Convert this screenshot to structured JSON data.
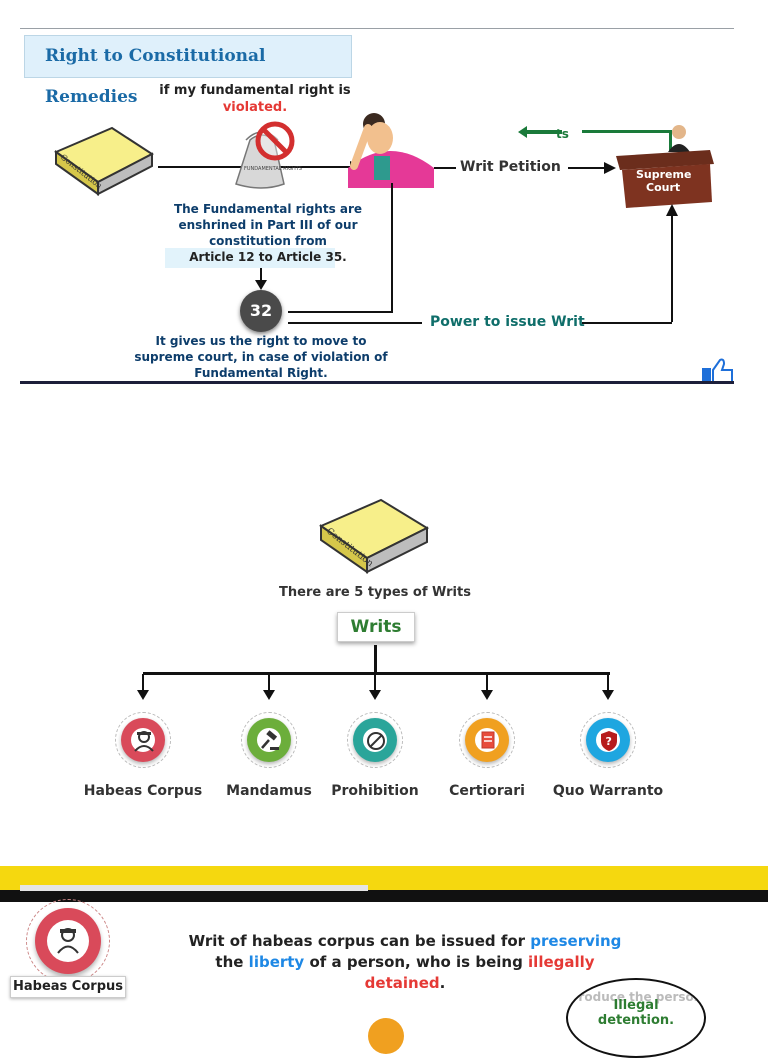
{
  "panel1": {
    "title": "Right to Constitutional Remedies",
    "question_line1": "if my fundamental right is",
    "question_line2": "violated.",
    "book_label": "Constitution",
    "bag_label": "FUNDAMENTAL RIGHTS",
    "writ_petition": "Writ Petition",
    "writs_partial": "ts",
    "court_label_1": "Supreme",
    "court_label_2": "Court",
    "enshrined_1": "The Fundamental rights are",
    "enshrined_2": "enshrined in Part III of our",
    "enshrined_3": "constitution from",
    "articles": "Article 12 to Article 35.",
    "article_number": "32",
    "power": "Power to issue Writ",
    "gives_1": "It gives us the right to move to",
    "gives_2": "supreme court, in case of violation of",
    "gives_3": "Fundamental Right."
  },
  "panel2": {
    "book_label": "Constitution",
    "caption": "There are 5 types of Writs",
    "writs_label": "Writs",
    "writs": [
      {
        "label": "Habeas Corpus",
        "color": "#d94a5a",
        "icon": "person-icon"
      },
      {
        "label": "Mandamus",
        "color": "#6cae3b",
        "icon": "gavel-icon"
      },
      {
        "label": "Prohibition",
        "color": "#2aa59a",
        "icon": "prohibition-icon"
      },
      {
        "label": "Certiorari",
        "color": "#f0a020",
        "icon": "document-icon"
      },
      {
        "label": "Quo Warranto",
        "color": "#1ea6e0",
        "icon": "shield-question-icon"
      }
    ]
  },
  "panel3": {
    "badge_label": "Habeas Corpus",
    "text_part1": "Writ of habeas corpus can be issued for ",
    "preserving": "preserving",
    "text_part2": "the ",
    "liberty": "liberty",
    "text_part3": " of a person, who is being ",
    "illegally": "illegally",
    "detained": "detained",
    "period": ".",
    "oval_grey": "Produce the person",
    "oval_green_1": "Illegal",
    "oval_green_2": "detention."
  },
  "colors": {
    "title_blue": "#1a6aa6",
    "red": "#e53935",
    "green": "#1a7a3a",
    "teal": "#0f6e6a",
    "blue": "#1e88e5",
    "yellow": "#f5d80f"
  }
}
